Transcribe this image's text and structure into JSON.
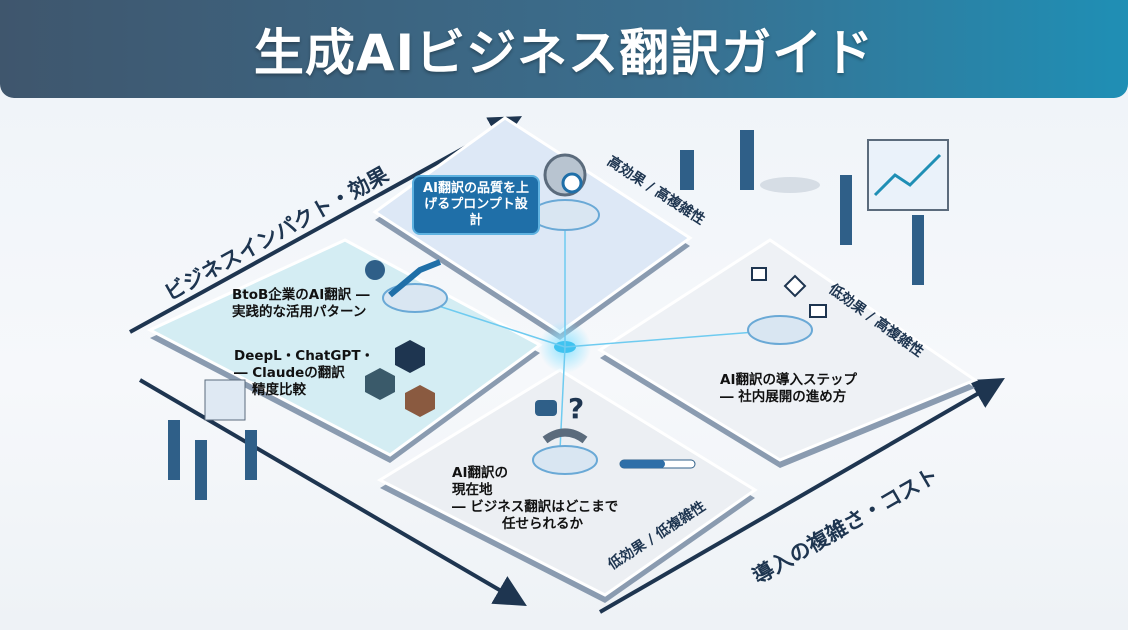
{
  "header": {
    "title": "生成AIビジネス翻訳ガイド"
  },
  "axes": {
    "y_label": "ビジネスインパクト・効果",
    "x_label": "導入の複雑さ・コスト"
  },
  "quadrants": {
    "top": {
      "tag": "高効果 / 高複雑性",
      "title": "AI翻訳の品質を上げるプロンプト設計"
    },
    "left": {
      "title_1": "BtoB企業のAI翻訳 ―",
      "title_2": "実践的な活用パターン",
      "title_3": "DeepL・ChatGPT・",
      "title_4": "― Claudeの翻訳",
      "title_5": "精度比較"
    },
    "right": {
      "tag": "低効果 / 高複雑性",
      "title_1": "AI翻訳の導入ステップ",
      "title_2": "― 社内展開の進め方"
    },
    "bottom": {
      "tag": "低効果 / 低複雑性",
      "title_1": "AI翻訳の",
      "title_2": "現在地",
      "title_3": "― ビジネス翻訳はどこまで",
      "title_4": "任せられるか"
    }
  },
  "colors": {
    "header_start": "#3f566d",
    "header_end": "#1f8fb5",
    "accent": "#1f6fa8",
    "arrow": "#1e3550"
  }
}
